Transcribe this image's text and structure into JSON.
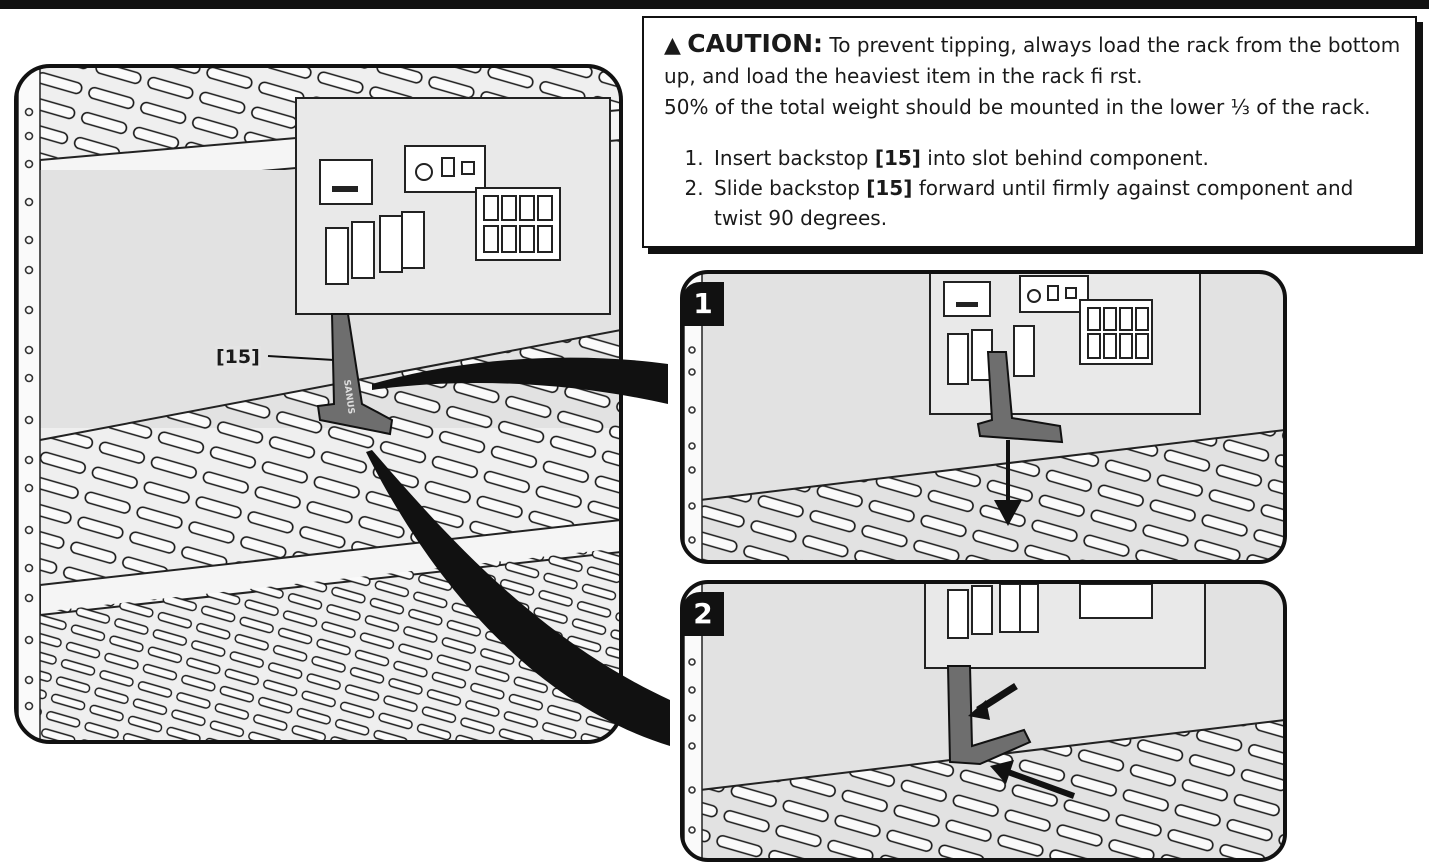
{
  "caution": {
    "icon": "warning-triangle-icon",
    "icon_glyph": "▲",
    "word": "CAUTION:",
    "text1": " To prevent tipping, always load the rack from the bottom up, and load the heaviest item in the rack fi rst.",
    "text2": "50% of the total weight should be mounted in the lower ⅓ of the rack."
  },
  "steps": [
    {
      "before": "Insert  backstop  ",
      "ref": "[15]",
      "after": " into slot behind component."
    },
    {
      "before": "Slide backstop ",
      "ref": "[15]",
      "after": " forward until firmly against component and twist 90 degrees."
    }
  ],
  "callout": {
    "label": "[15]"
  },
  "badges": {
    "step1": "1",
    "step2": "2"
  },
  "part_text": "SANUS"
}
